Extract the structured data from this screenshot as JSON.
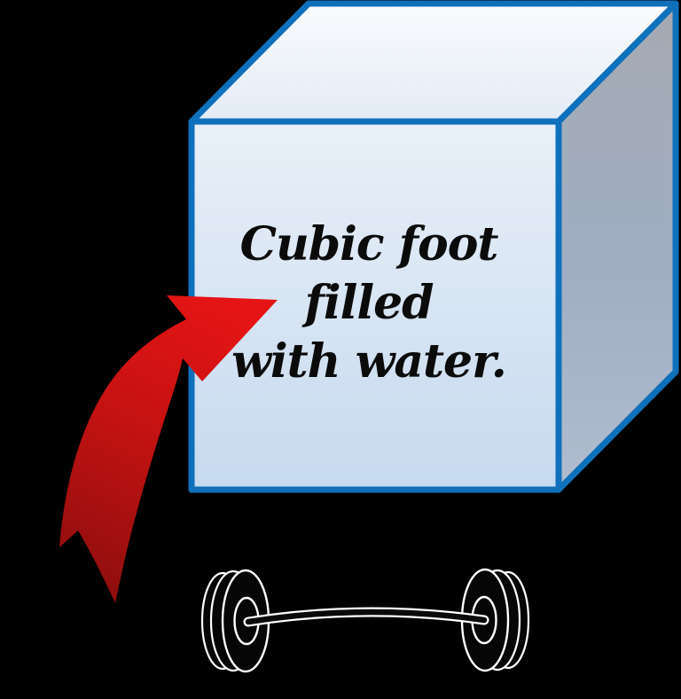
{
  "figure": {
    "background_color": "#000000",
    "cube": {
      "label": {
        "line1": "Cubic foot",
        "line2": "filled",
        "line3": "with water."
      },
      "edge_color": "#0F70BC",
      "top_face": {
        "from": "#FAFCFE",
        "to": "#E3EBF5"
      },
      "front_face": {
        "from": "#E9F0F8",
        "to": "#C6DAEF"
      },
      "right_face": {
        "from": "#A5AAB2",
        "mid": "#9FAEC3",
        "to": "#B0BDCF"
      }
    },
    "arrow": {
      "name": "red-curved-arrow",
      "tail_color": "#8A0E0E",
      "mid_color": "#C41212",
      "head_color": "#E61414"
    },
    "barbell": {
      "name": "barbell",
      "plate_color": "#060606",
      "outline_color": "#FFFFFF",
      "bar_color": "#0A0A0A"
    }
  }
}
